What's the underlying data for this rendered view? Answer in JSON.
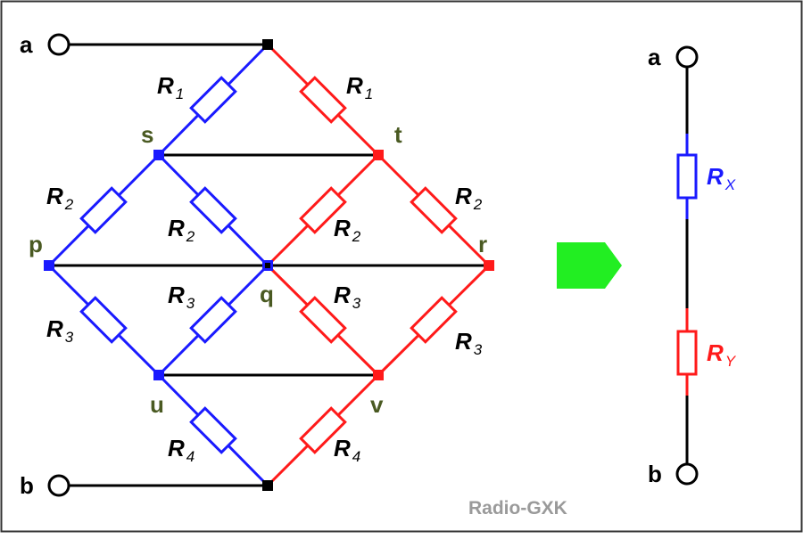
{
  "colors": {
    "blue": "#1a1aff",
    "red": "#ff1a1a",
    "black": "#000000",
    "label": "#4a5a22",
    "arrow": "#22ee22",
    "watermark": "#9a9a9a"
  },
  "terminals": {
    "a": "a",
    "b": "b"
  },
  "nodes": {
    "s": "s",
    "t": "t",
    "p": "p",
    "q": "q",
    "r": "r",
    "u": "u",
    "v": "v"
  },
  "resistors": {
    "r1_left": {
      "base": "R",
      "sub": "1"
    },
    "r1_right": {
      "base": "R",
      "sub": "1"
    },
    "r2_ps": {
      "base": "R",
      "sub": "2"
    },
    "r2_sq": {
      "base": "R",
      "sub": "2"
    },
    "r2_qt": {
      "base": "R",
      "sub": "2"
    },
    "r2_tr": {
      "base": "R",
      "sub": "2"
    },
    "r3_pu": {
      "base": "R",
      "sub": "3"
    },
    "r3_uq": {
      "base": "R",
      "sub": "3"
    },
    "r3_qv": {
      "base": "R",
      "sub": "3"
    },
    "r3_rv": {
      "base": "R",
      "sub": "3"
    },
    "r4_ub": {
      "base": "R",
      "sub": "4"
    },
    "r4_vb": {
      "base": "R",
      "sub": "4"
    }
  },
  "equivalent": {
    "terminal_a": "a",
    "terminal_b": "b",
    "rx": {
      "base": "R",
      "sub": "X"
    },
    "ry": {
      "base": "R",
      "sub": "Y"
    }
  },
  "watermark": "Radio-GXK"
}
